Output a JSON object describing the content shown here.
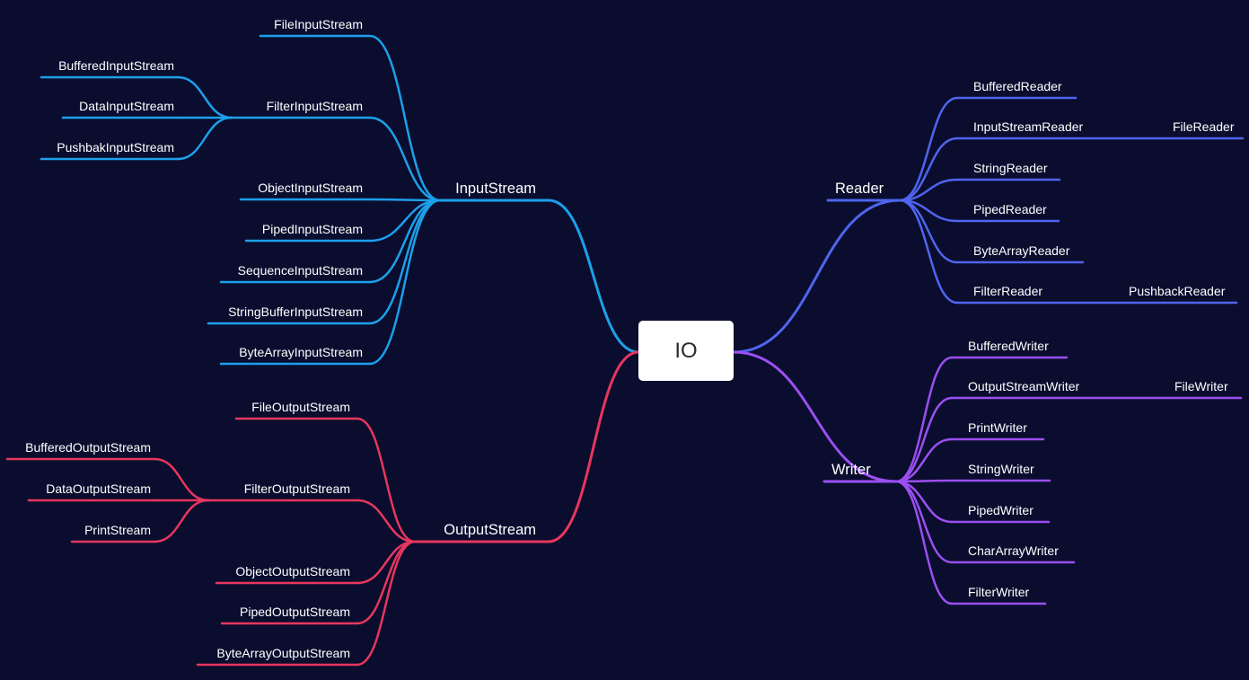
{
  "root": {
    "label": "IO"
  },
  "colors": {
    "background": "#0a0d2e",
    "input": "#1ca0ea",
    "output": "#e8365e",
    "reader": "#4f65ee",
    "writer": "#9b4ff0"
  },
  "branches": {
    "input": {
      "label": "InputStream",
      "children": [
        {
          "label": "FileInputStream"
        },
        {
          "label": "FilterInputStream",
          "children": [
            "BufferedInputStream",
            "DataInputStream",
            "PushbakInputStream"
          ]
        },
        {
          "label": "ObjectInputStream"
        },
        {
          "label": "PipedInputStream"
        },
        {
          "label": "SequenceInputStream"
        },
        {
          "label": "StringBufferInputStream"
        },
        {
          "label": "ByteArrayInputStream"
        }
      ]
    },
    "output": {
      "label": "OutputStream",
      "children": [
        {
          "label": "FileOutputStream"
        },
        {
          "label": "FilterOutputStream",
          "children": [
            "BufferedOutputStream",
            "DataOutputStream",
            "PrintStream"
          ]
        },
        {
          "label": "ObjectOutputStream"
        },
        {
          "label": "PipedOutputStream"
        },
        {
          "label": "ByteArrayOutputStream"
        }
      ]
    },
    "reader": {
      "label": "Reader",
      "children": [
        {
          "label": "BufferedReader"
        },
        {
          "label": "InputStreamReader",
          "children": [
            "FileReader"
          ]
        },
        {
          "label": "StringReader"
        },
        {
          "label": "PipedReader"
        },
        {
          "label": "ByteArrayReader"
        },
        {
          "label": "FilterReader",
          "children": [
            "PushbackReader"
          ]
        }
      ]
    },
    "writer": {
      "label": "Writer",
      "children": [
        {
          "label": "BufferedWriter"
        },
        {
          "label": "OutputStreamWriter",
          "children": [
            "FileWriter"
          ]
        },
        {
          "label": "PrintWriter"
        },
        {
          "label": "StringWriter"
        },
        {
          "label": "PipedWriter"
        },
        {
          "label": "CharArrayWriter"
        },
        {
          "label": "FilterWriter"
        }
      ]
    }
  }
}
